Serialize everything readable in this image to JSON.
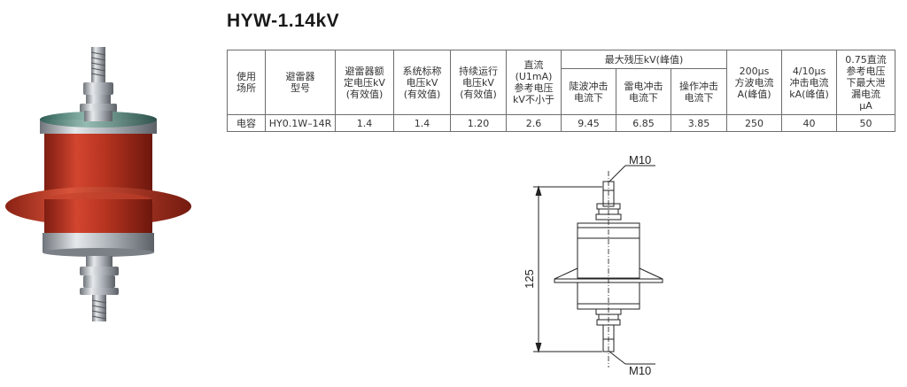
{
  "title": "HYW-1.14kV",
  "table": {
    "headers": {
      "usage": "使用\n场所",
      "model": "避雷器\n型号",
      "rated_voltage": "避雷器额\n定电压kV\n(有效值)",
      "system_voltage": "系统标称\n电压kV\n(有效值)",
      "continuous_voltage": "持续运行\n电压kV\n(有效值)",
      "dc_reference": "直流\n(U1mA)\n参考电压\nkV不小于",
      "max_residual": "最大残压kV(峰值)",
      "steep_wave": "陡波冲击\n电流下",
      "lightning": "雷电冲击\n电流下",
      "switching": "操作冲击\n电流下",
      "square_wave": "200μs\n方波电流\nA(峰值)",
      "impulse_current": "4/10μs\n冲击电流\nkA(峰值)",
      "leakage": "0.75直流\n参考电压\n下最大泄\n漏电流\nμA"
    },
    "rows": [
      [
        "电容",
        "HY0.1W–14R",
        "1.4",
        "1.4",
        "1.20",
        "2.6",
        "9.45",
        "6.85",
        "3.85",
        "250",
        "40",
        "50"
      ]
    ]
  },
  "drawing": {
    "top_thread": "M10",
    "bottom_thread": "M10",
    "height_dim": "125"
  }
}
